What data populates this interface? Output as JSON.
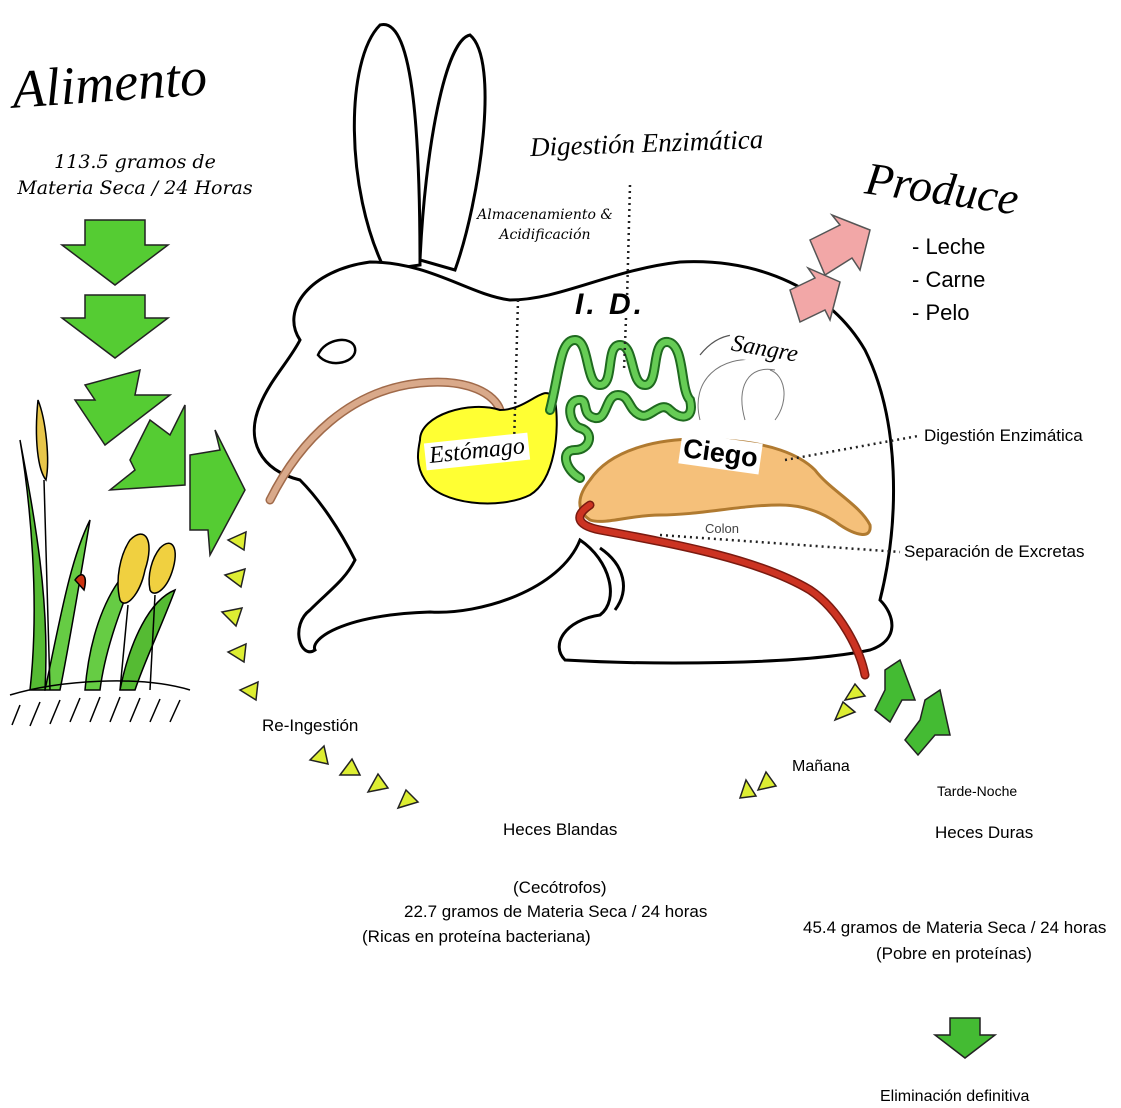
{
  "food": {
    "title": "Alimento",
    "amount": "113.5 gramos de Materia Seca / 24 Horas"
  },
  "digestion_top": "Digestión Enzimática",
  "storage": "Almacenamiento & Acidificación",
  "stomach": "Estómago",
  "small_intestine": "I. D.",
  "blood": "Sangre",
  "cecum": "Ciego",
  "colon": "Colon",
  "produce": {
    "title": "Produce",
    "items": [
      "- Leche",
      "- Carne",
      "- Pelo"
    ]
  },
  "right_labels": {
    "enzymatic": "Digestión Enzimática",
    "separation": "Separación de Excretas"
  },
  "reingestion": "Re-Ingestión",
  "morning": "Mañana",
  "evening": "Tarde-Noche",
  "soft_feces": {
    "title": "Heces Blandas",
    "line1": "(Cecótrofos)",
    "line2": "22.7 gramos de Materia Seca / 24 horas",
    "line3": "(Ricas en proteína bacteriana)"
  },
  "hard_feces": {
    "title": "Heces Duras",
    "line1": "45.4 gramos de Materia Seca / 24 horas",
    "line2": "(Pobre en proteínas)"
  },
  "final": "Eliminación definitiva",
  "colors": {
    "green_arrow": "#55cc33",
    "pink_arrow": "#f2a7a7",
    "stomach": "#ffff33",
    "intestine": "#66cc55",
    "cecum": "#f5c07a",
    "colon": "#cc3322",
    "esophagus": "#d9a98a",
    "pellet": "#ddee33"
  }
}
